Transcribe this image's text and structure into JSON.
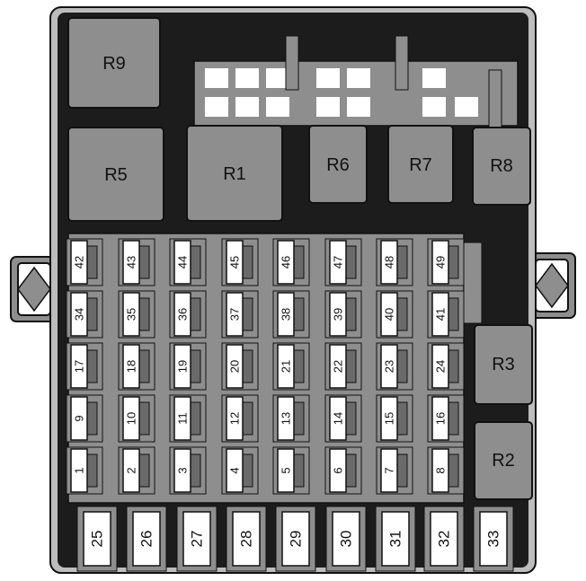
{
  "relays": {
    "R9": "R9",
    "R5": "R5",
    "R1": "R1",
    "R6": "R6",
    "R7": "R7",
    "R8": "R8",
    "R3": "R3",
    "R2": "R2"
  },
  "fuse_rows": [
    [
      "42",
      "43",
      "44",
      "45",
      "46",
      "47",
      "48",
      "49"
    ],
    [
      "34",
      "35",
      "36",
      "37",
      "38",
      "39",
      "40",
      "41"
    ],
    [
      "17",
      "18",
      "19",
      "20",
      "21",
      "22",
      "23",
      "24"
    ],
    [
      "9",
      "10",
      "11",
      "12",
      "13",
      "14",
      "15",
      "16"
    ],
    [
      "1",
      "2",
      "3",
      "4",
      "5",
      "6",
      "7",
      "8"
    ]
  ],
  "large_fuses": [
    "25",
    "26",
    "27",
    "28",
    "29",
    "30",
    "31",
    "32",
    "33"
  ],
  "colors": {
    "housing": "#1c1c1c",
    "relay_fill": "#8e8e8e",
    "fuse_fill": "#ffffff",
    "stroke": "#111111"
  }
}
